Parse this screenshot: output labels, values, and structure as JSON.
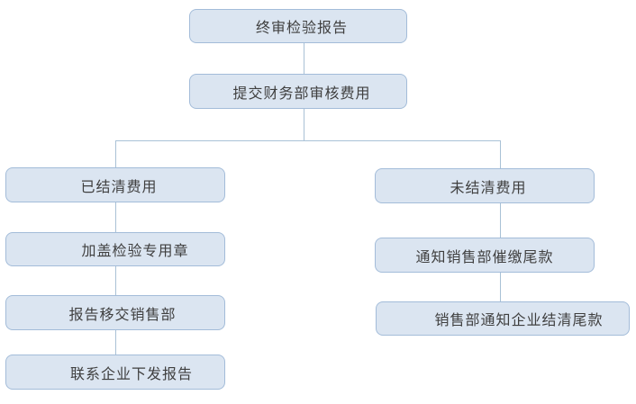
{
  "diagram": {
    "type": "flowchart",
    "direction": "top-down",
    "nodes": [
      {
        "id": "final-inspection-report",
        "label": "终审检验报告"
      },
      {
        "id": "submit-finance-fee-review",
        "label": "提交财务部审核费用"
      },
      {
        "id": "fees-settled",
        "label": "已结清费用"
      },
      {
        "id": "stamp-inspection-seal",
        "label": "加盖检验专用章"
      },
      {
        "id": "report-transfer-sales",
        "label": "报告移交销售部"
      },
      {
        "id": "contact-enterprise-issue-report",
        "label": "联系企业下发报告"
      },
      {
        "id": "fees-unsettled",
        "label": "未结清费用"
      },
      {
        "id": "notify-sales-collect-balance",
        "label": "通知销售部催缴尾款"
      },
      {
        "id": "sales-notify-enterprise-settle",
        "label": "销售部通知企业结清尾款"
      }
    ],
    "edges": [
      {
        "from": "final-inspection-report",
        "to": "submit-finance-fee-review"
      },
      {
        "from": "submit-finance-fee-review",
        "to": "fees-settled"
      },
      {
        "from": "submit-finance-fee-review",
        "to": "fees-unsettled"
      },
      {
        "from": "fees-settled",
        "to": "stamp-inspection-seal"
      },
      {
        "from": "stamp-inspection-seal",
        "to": "report-transfer-sales"
      },
      {
        "from": "report-transfer-sales",
        "to": "contact-enterprise-issue-report"
      },
      {
        "from": "fees-unsettled",
        "to": "notify-sales-collect-balance"
      },
      {
        "from": "notify-sales-collect-balance",
        "to": "sales-notify-enterprise-settle"
      }
    ],
    "colors": {
      "node_fill": "#dbe5f1",
      "node_border": "#a3bcd9",
      "connector": "#a9c1d6",
      "text": "#3f3f3f",
      "background": "#ffffff"
    }
  }
}
